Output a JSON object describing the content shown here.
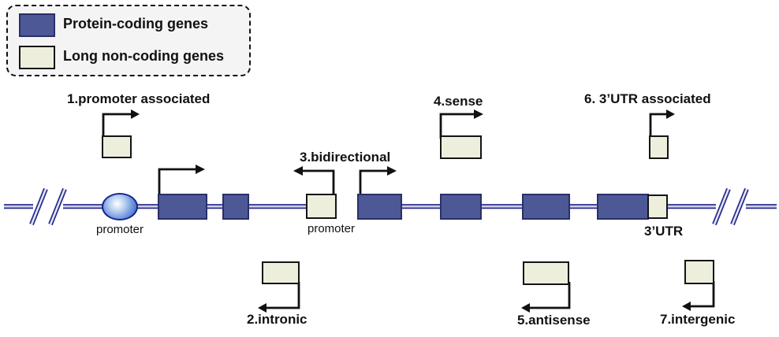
{
  "colors": {
    "protein_coding": "#4d5996",
    "protein_coding_border": "#2a2f68",
    "lnc_gene": "#eeeedd",
    "lnc_gene_border": "#141414",
    "dna_navy": "#2b2f8c",
    "dna_inner": "#cdcfec",
    "legend_bg": "#f4f4f4",
    "arrow_black": "#111111",
    "promoter_oval_edge": "#2f55b8"
  },
  "legend": {
    "items": [
      {
        "label": "Protein-coding genes"
      },
      {
        "label": "Long non-coding genes"
      }
    ]
  },
  "diagram": {
    "labels": {
      "promoter_associated": "1.promoter associated",
      "intronic": "2.intronic",
      "bidirectional": "3.bidirectional",
      "sense": "4.sense",
      "antisense": "5.antisense",
      "utr_associated": "6. 3’UTR associated",
      "intergenic": "7.intergenic",
      "promoter_left": "promoter",
      "promoter_bidirectional": "promoter",
      "utr3": "3’UTR"
    }
  }
}
